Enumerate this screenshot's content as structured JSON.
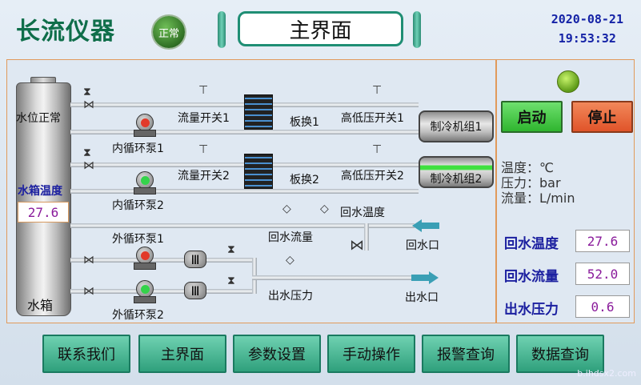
{
  "header": {
    "brand": "长流仪器",
    "status": "正常",
    "title": "主界面",
    "date": "2020-08-21",
    "time": "19:53:32"
  },
  "tank": {
    "level_label": "水位正常",
    "temp_label": "水箱温度",
    "temp_value": "27.6",
    "name": "水箱"
  },
  "circuit1": {
    "flow_switch": "流量开关1",
    "hx": "板换1",
    "pressure_switch": "高低压开关1",
    "unit": "制冷机组1",
    "pump": "内循环泵1"
  },
  "circuit2": {
    "flow_switch": "流量开关2",
    "hx": "板换2",
    "pressure_switch": "高低压开关2",
    "unit": "制冷机组2",
    "pump": "内循环泵2"
  },
  "external": {
    "return_temp": "回水温度",
    "return_flow": "回水流量",
    "return_port": "回水口",
    "outlet_pressure": "出水压力",
    "outlet_port": "出水口",
    "pump1": "外循环泵1",
    "pump2": "外循环泵2"
  },
  "controls": {
    "start": "启动",
    "stop": "停止"
  },
  "units_legend": {
    "temp": "温度：℃",
    "pressure": "压力：bar",
    "flow": "流量：L/min"
  },
  "readings": [
    {
      "label": "回水温度",
      "value": "27.6"
    },
    {
      "label": "回水流量",
      "value": "52.0"
    },
    {
      "label": "出水压力",
      "value": "0.6"
    }
  ],
  "nav": [
    "联系我们",
    "主界面",
    "参数设置",
    "手动操作",
    "报警查询",
    "数据查询"
  ],
  "watermark": "b.ihdsx2.com",
  "colors": {
    "accent": "#1f8e74",
    "start": "#3dc53d",
    "stop": "#e8622f",
    "value_text": "#8a1b9b",
    "label_blue": "#1c20a0"
  }
}
